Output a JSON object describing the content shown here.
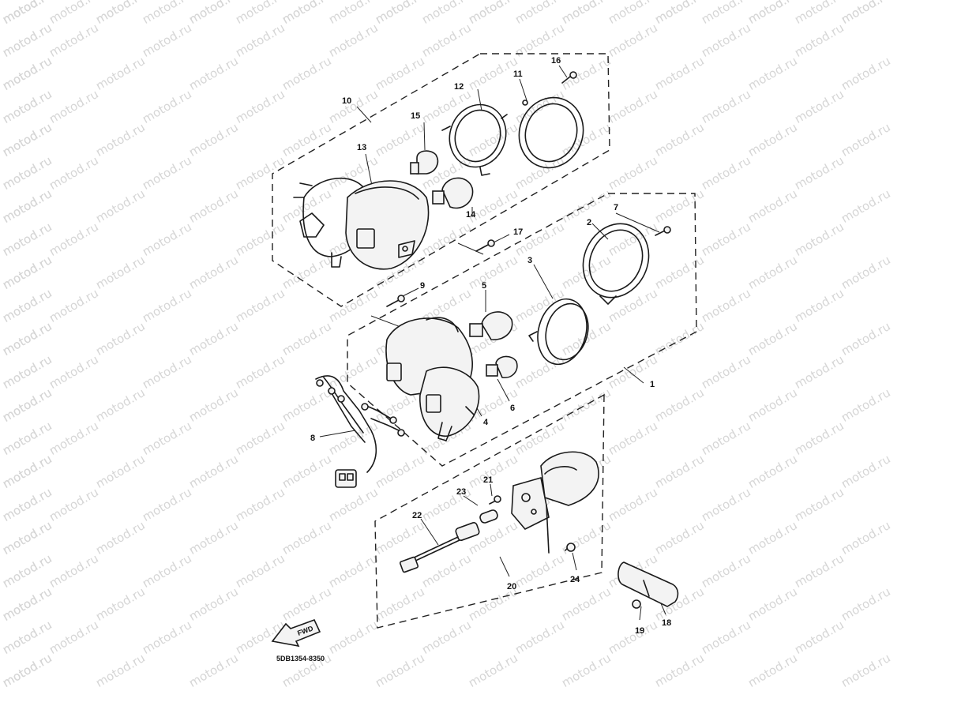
{
  "diagram": {
    "watermark_text": "motod.ru",
    "drawing_code": "5DB1354-8350",
    "direction_badge": "FWD",
    "callouts": [
      "1",
      "2",
      "3",
      "4",
      "5",
      "6",
      "7",
      "8",
      "9",
      "10",
      "11",
      "12",
      "13",
      "14",
      "15",
      "16",
      "17",
      "18",
      "19",
      "20",
      "21",
      "22",
      "23",
      "24"
    ]
  },
  "colors": {
    "ink": "#1a1a1a",
    "watermark": "#d6d6d6",
    "background": "#ffffff"
  }
}
